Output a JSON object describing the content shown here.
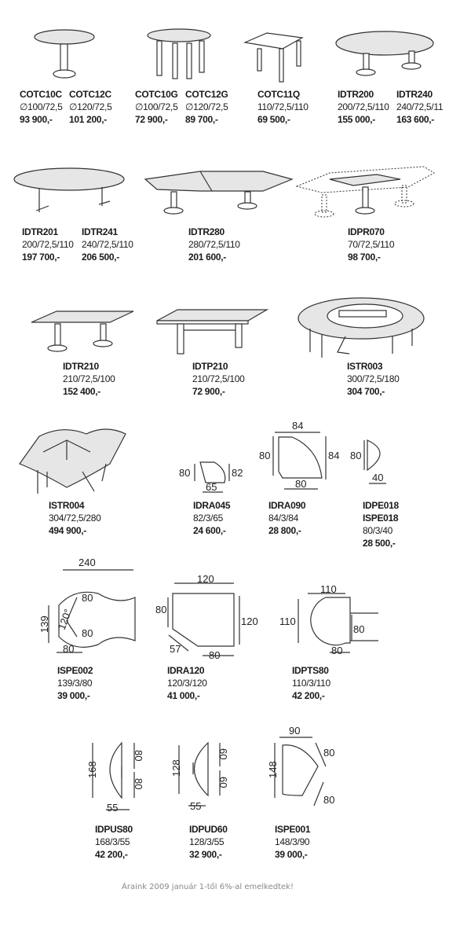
{
  "products": [
    {
      "code": "COTC10C",
      "size": "∅100/72,5",
      "price": "93 900,-"
    },
    {
      "code": "COTC12C",
      "size": "∅120/72,5",
      "price": "101 200,-"
    },
    {
      "code": "COTC10G",
      "size": "∅100/72,5",
      "price": "72 900,-"
    },
    {
      "code": "COTC12G",
      "size": "∅120/72,5",
      "price": "89 700,-"
    },
    {
      "code": "COTC11Q",
      "size": "110/72,5/110",
      "price": "69 500,-"
    },
    {
      "code": "IDTR200",
      "size": "200/72,5/110",
      "price": "155 000,-"
    },
    {
      "code": "IDTR240",
      "size": "240/72,5/11",
      "price": "163 600,-"
    },
    {
      "code": "IDTR201",
      "size": "200/72,5/110",
      "price": "197 700,-"
    },
    {
      "code": "IDTR241",
      "size": "240/72,5/110",
      "price": "206 500,-"
    },
    {
      "code": "IDTR280",
      "size": "280/72,5/110",
      "price": "201 600,-"
    },
    {
      "code": "IDPR070",
      "size": "70/72,5/110",
      "price": "98 700,-"
    },
    {
      "code": "IDTR210",
      "size": "210/72,5/100",
      "price": "152 400,-"
    },
    {
      "code": "IDTP210",
      "size": "210/72,5/100",
      "price": "72 900,-"
    },
    {
      "code": "ISTR003",
      "size": "300/72,5/180",
      "price": "304 700,-"
    },
    {
      "code": "ISTR004",
      "size": "304/72,5/280",
      "price": "494 900,-"
    },
    {
      "code": "IDRA045",
      "size": "82/3/65",
      "price": "24 600,-"
    },
    {
      "code": "IDRA090",
      "size": "84/3/84",
      "price": "28 800,-"
    },
    {
      "code": "IDPE018",
      "code2": "ISPE018",
      "size": "80/3/40",
      "price": "28 500,-"
    },
    {
      "code": "ISPE002",
      "size": "139/3/80",
      "price": "39 000,-"
    },
    {
      "code": "IDRA120",
      "size": "120/3/120",
      "price": "41 000,-"
    },
    {
      "code": "IDPTS80",
      "size": "110/3/110",
      "price": "42 200,-"
    },
    {
      "code": "IDPUS80",
      "size": "168/3/55",
      "price": "42 200,-"
    },
    {
      "code": "IDPUD60",
      "size": "128/3/55",
      "price": "32 900,-"
    },
    {
      "code": "ISPE001",
      "size": "148/3/90",
      "price": "39 000,-"
    }
  ],
  "dims": {
    "idra045": [
      "80",
      "82",
      "65"
    ],
    "idra090": [
      "84",
      "80",
      "84",
      "80"
    ],
    "idpe018": [
      "80",
      "40"
    ],
    "ispe002": [
      "240",
      "139",
      "120°",
      "80",
      "80",
      "80"
    ],
    "idra120": [
      "120",
      "80",
      "120",
      "57",
      "80"
    ],
    "idpts80": [
      "110",
      "110",
      "80",
      "80"
    ],
    "idpus80": [
      "168",
      "80",
      "80",
      "55"
    ],
    "idpud60": [
      "128",
      "60",
      "60",
      "55"
    ],
    "ispe001": [
      "90",
      "148",
      "80",
      "80"
    ]
  },
  "footer": "Áraink 2009 január 1-től 6%-al emelkedtek!"
}
